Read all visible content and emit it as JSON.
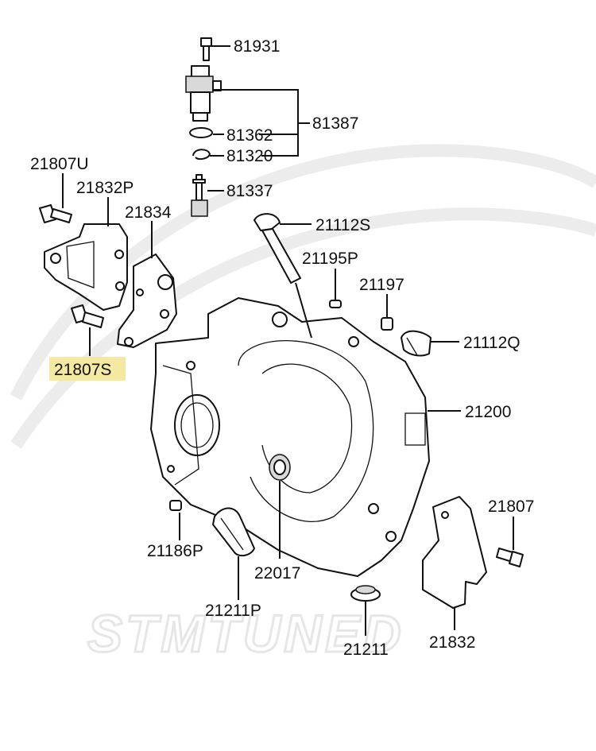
{
  "watermark": {
    "text": "STMTUNED"
  },
  "highlight_color": "#f3e9a0",
  "labels": {
    "l81931": "81931",
    "l81387": "81387",
    "l81362": "81362",
    "l81320": "81320",
    "l81337": "81337",
    "l21807U": "21807U",
    "l21832P": "21832P",
    "l21834": "21834",
    "l21112S": "21112S",
    "l21195P": "21195P",
    "l21197": "21197",
    "l21112Q": "21112Q",
    "l21807S": "21807S",
    "l21200": "21200",
    "l21807": "21807",
    "l21186P": "21186P",
    "l22017": "22017",
    "l21211P": "21211P",
    "l21211": "21211",
    "l21832": "21832"
  }
}
